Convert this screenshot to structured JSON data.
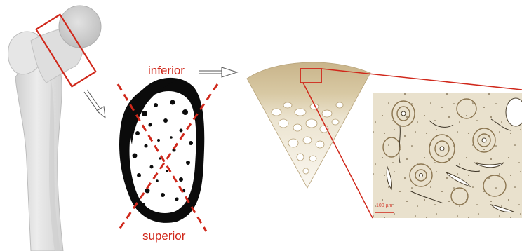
{
  "labels": {
    "inferior": "inferior",
    "superior": "superior",
    "scale_bar": "100 µm"
  },
  "colors": {
    "accent_red": "#d0281b",
    "bone_shaft": "#e4e4e4",
    "bone_head": "#d8d8d8",
    "bone_shadow": "#c6c6c6",
    "section_black": "#0b0b0b",
    "stain_tan": "#c9b48a",
    "stain_light": "#e6dcc4",
    "arrow_outline": "#555555"
  }
}
